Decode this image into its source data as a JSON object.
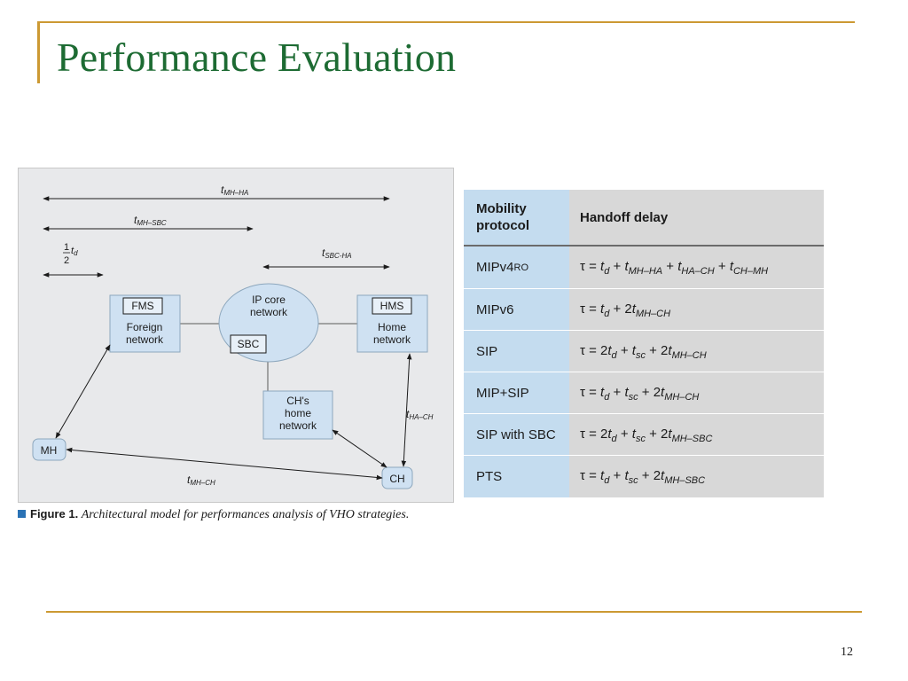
{
  "slide": {
    "title": "Performance Evaluation",
    "page_number": "12"
  },
  "figure": {
    "caption_label": "Figure 1.",
    "caption_text": "Architectural model for performances analysis of VHO strategies.",
    "labels": {
      "foreign_network": [
        "Foreign",
        "network"
      ],
      "home_network": [
        "Home",
        "network"
      ],
      "ip_core": [
        "IP core",
        "network"
      ],
      "chs_home": [
        "CH's",
        "home",
        "network"
      ],
      "fms": "FMS",
      "hms": "HMS",
      "sbc": "SBC",
      "mh": "MH",
      "ch": "CH"
    },
    "timings": {
      "t_mh_ha_base": "t",
      "t_mh_ha_sub": "MH–HA",
      "t_mh_sbc_base": "t",
      "t_mh_sbc_sub": "MH–SBC",
      "t_sbc_ha_base": "t",
      "t_sbc_ha_sub": "SBC-HA",
      "t_ha_ch_base": "t",
      "t_ha_ch_sub": "HA–CH",
      "t_mh_ch_base": "t",
      "t_mh_ch_sub": "MH–CH",
      "half_num": "1",
      "half_den": "2",
      "half_t": "t",
      "half_sub": "d"
    }
  },
  "table": {
    "header": {
      "col1": [
        "Mobility",
        "protocol"
      ],
      "col2": "Handoff delay"
    },
    "rows": [
      {
        "protocol": "MIPv4",
        "protocol_sub": "RO",
        "delay": "τ = t_d + t_MH–HA + t_HA–CH + t_CH–MH"
      },
      {
        "protocol": "MIPv6",
        "protocol_sub": "",
        "delay": "τ = t_d + 2t_MH–CH"
      },
      {
        "protocol": "SIP",
        "protocol_sub": "",
        "delay": "τ = 2t_d + t_sc + 2t_MH–CH"
      },
      {
        "protocol": "MIP+SIP",
        "protocol_sub": "",
        "delay": "τ = t_d + t_sc + 2t_MH–CH"
      },
      {
        "protocol": "SIP with SBC",
        "protocol_sub": "",
        "delay": "τ = 2t_d + t_sc + 2t_MH–SBC"
      },
      {
        "protocol": "PTS",
        "protocol_sub": "",
        "delay": "τ = t_d + t_sc + 2t_MH–SBC"
      }
    ]
  },
  "colors": {
    "title": "#1d6b33",
    "accent": "#cc9933",
    "protocol_column": "#c4dcef",
    "delay_column": "#d8d8d8",
    "node_fill": "#cfe1f2",
    "figure_bg": "#e8e9eb"
  }
}
